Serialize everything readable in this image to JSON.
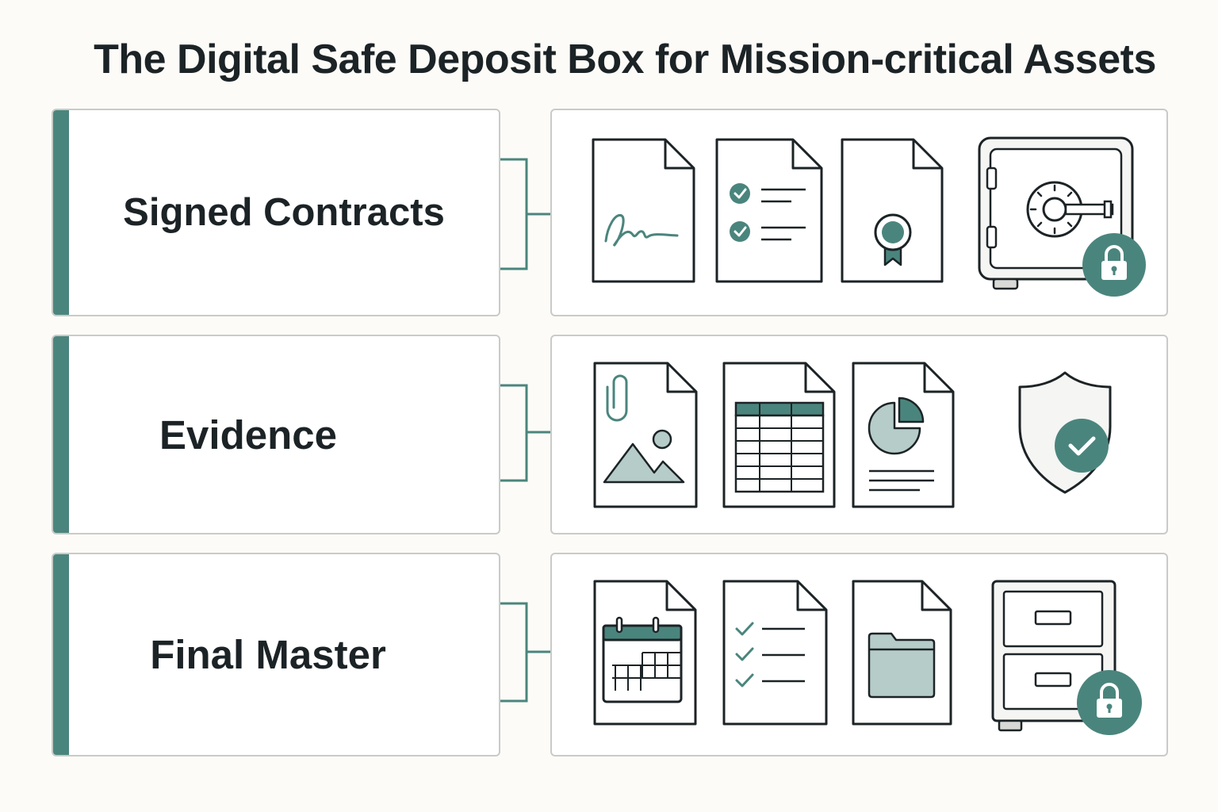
{
  "title": "The Digital Safe Deposit Box for Mission-critical Assets",
  "colors": {
    "accent": "#4a857d",
    "accent_light": "#b6ccc8",
    "ink": "#1c2326",
    "border": "#c9cbc8",
    "background": "#fcfbf7"
  },
  "rows": [
    {
      "label": "Signed Contracts",
      "icons": [
        "signed-document-icon",
        "checklist-document-icon",
        "certificate-document-icon",
        "locked-safe-icon"
      ]
    },
    {
      "label": "Evidence",
      "icons": [
        "attached-image-document-icon",
        "spreadsheet-document-icon",
        "pie-chart-report-icon",
        "shield-check-icon"
      ]
    },
    {
      "label": "Final Master",
      "icons": [
        "calendar-document-icon",
        "task-list-document-icon",
        "folder-document-icon",
        "locked-filing-cabinet-icon"
      ]
    }
  ]
}
